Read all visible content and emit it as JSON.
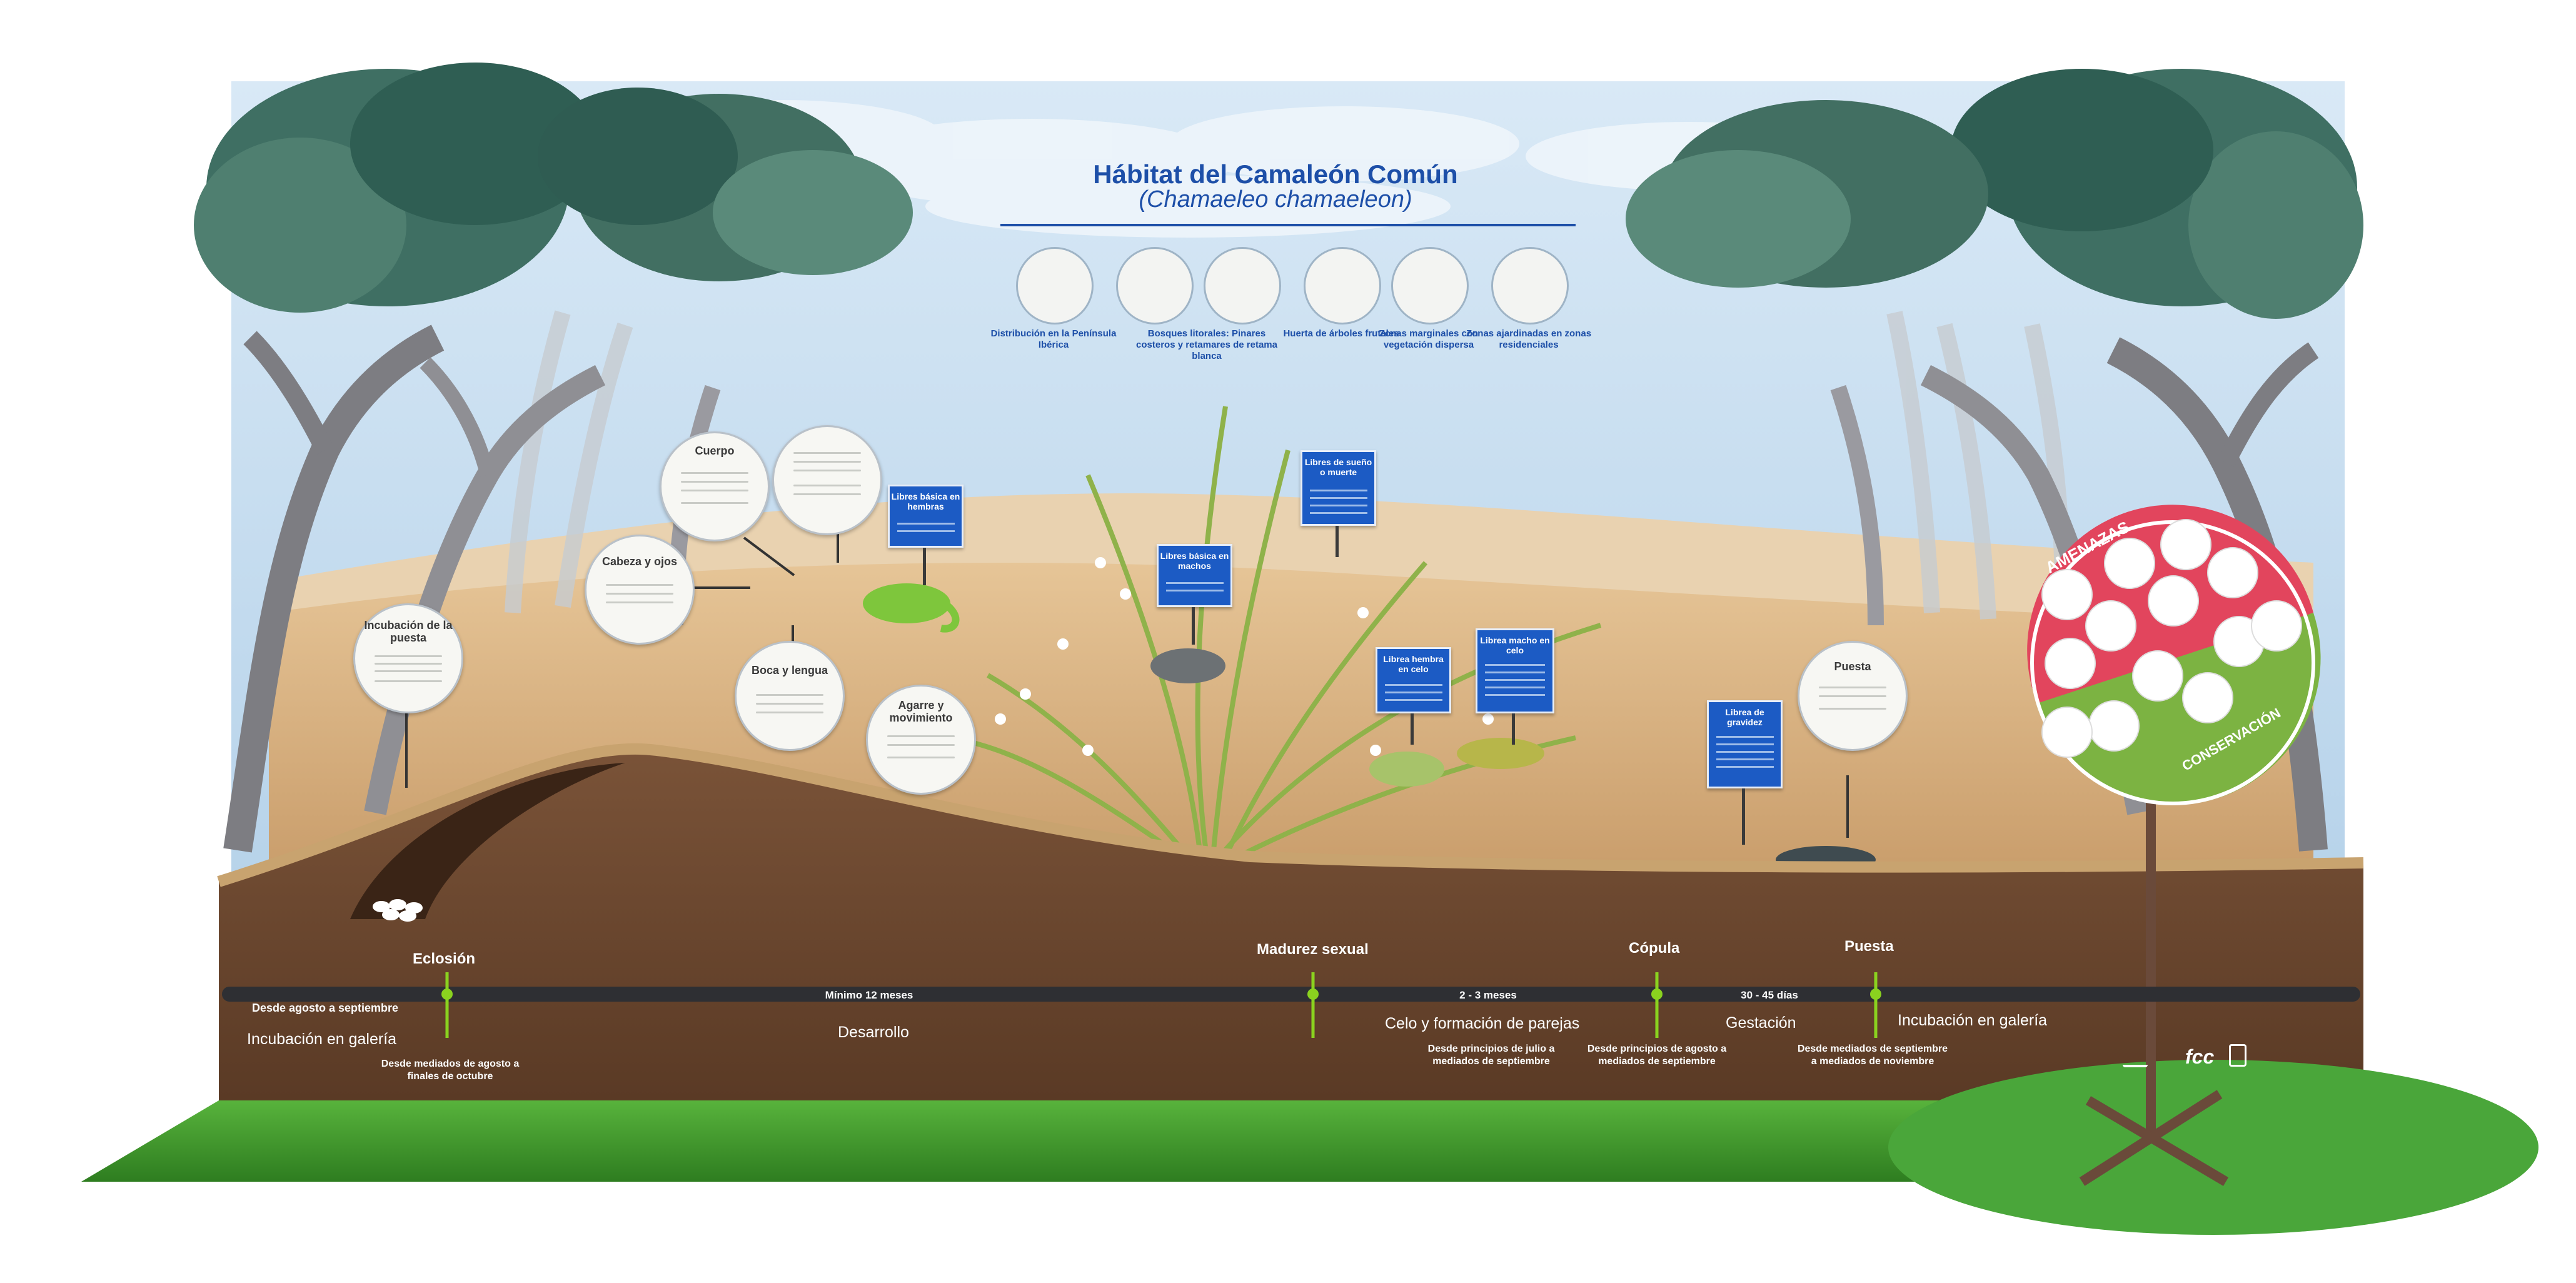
{
  "header": {
    "title": "Hábitat del Camaleón Común",
    "subtitle": "(Chamaeleo chamaeleon)"
  },
  "habitats": [
    {
      "icon": "iberian-map-icon",
      "label": "Distribución en la Península Ibérica"
    },
    {
      "icon": "pine-tree-icon",
      "label": "Bosques litorales: Pinares costeros y retamares de retama blanca"
    },
    {
      "icon": "broom-shrub-icon",
      "label": ""
    },
    {
      "icon": "fruit-tree-icon",
      "label": "Huerta de árboles frutales"
    },
    {
      "icon": "sprout-roots-icon",
      "label": "Zonas marginales con vegetación dispersa"
    },
    {
      "icon": "garden-trees-icon",
      "label": "Zonas ajardinadas en zonas residenciales"
    }
  ],
  "info_circles": {
    "incubacion": "Incubación de la puesta",
    "cabeza": "Cabeza y ojos",
    "cuerpo": "Cuerpo",
    "cola": "",
    "boca": "Boca y lengua",
    "agarre": "Agarre y movimiento",
    "puesta": "Puesta"
  },
  "signs": {
    "libres_hembras": "Libres básica en hembras",
    "libres_machos": "Libres básica en machos",
    "sueno": "Libres de sueño o muerte",
    "hembra_celo": "Librea hembra en celo",
    "macho_celo": "Librea macho en celo",
    "gravidez": "Librea de gravidez"
  },
  "timeline": {
    "milestones": [
      "Eclosión",
      "Madurez sexual",
      "Cópula",
      "Puesta"
    ],
    "bars": [
      "Desde agosto a septiembre",
      "Mínimo 12 meses",
      "2 - 3 meses",
      "30 - 45 días"
    ],
    "phases": [
      "Incubación en galería",
      "Desarrollo",
      "Celo y formación de parejas",
      "Gestación",
      "Incubación en galería"
    ],
    "dates": [
      "Desde mediados de agosto a finales de octubre",
      "Desde principios de julio a mediados de septiembre",
      "Desde principios de agosto a mediados de septiembre",
      "Desde mediados de septiembre a mediados de noviembre"
    ]
  },
  "wheel": {
    "top": "AMENAZAS",
    "bottom": "CONSERVACIÓN",
    "top_color": "#e2455d",
    "bottom_color": "#7cb342"
  },
  "logos": [
    "fcc"
  ],
  "colors": {
    "sky": "#cfe3f4",
    "soil": "#6e4a32",
    "grass": "#3f9b2e",
    "accent_blue": "#1c5bc4",
    "timeline_green": "#8ad21f"
  }
}
